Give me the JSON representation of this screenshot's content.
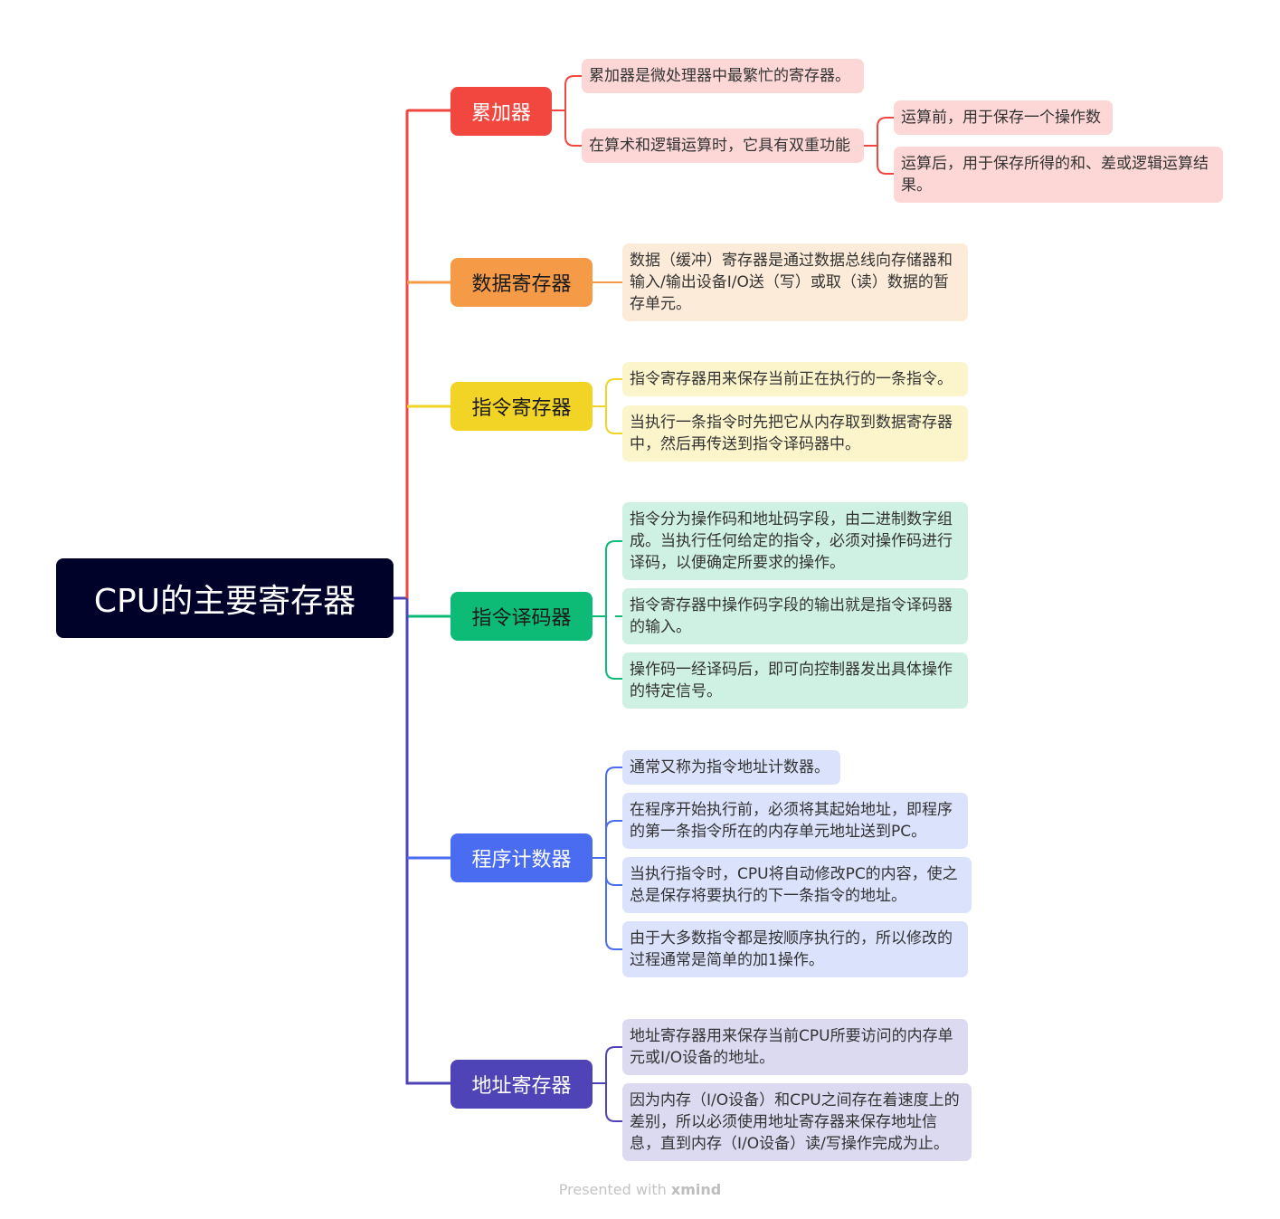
{
  "root": "CPU的主要寄存器",
  "colors": {
    "root": "#000229",
    "accumulator": "#f2473f",
    "data_register": "#f59a47",
    "instruction_register": "#f2d426",
    "instruction_decoder": "#0ebb76",
    "program_counter": "#4a6cf0",
    "address_register": "#4e44b7"
  },
  "branches": {
    "accumulator": {
      "label": "累加器",
      "note_1": "累加器是微处理器中最繁忙的寄存器。",
      "note_2": "在算术和逻辑运算时，它具有双重功能",
      "sub_1": "运算前，用于保存一个操作数",
      "sub_2": "运算后，用于保存所得的和、差或逻辑运算结果。"
    },
    "data_register": {
      "label": "数据寄存器",
      "note_1": "数据（缓冲）寄存器是通过数据总线向存储器和输入/输出设备I/O送（写）或取（读）数据的暂存单元。"
    },
    "instruction_register": {
      "label": "指令寄存器",
      "note_1": "指令寄存器用来保存当前正在执行的一条指令。",
      "note_2": "当执行一条指令时先把它从内存取到数据寄存器中，然后再传送到指令译码器中。"
    },
    "instruction_decoder": {
      "label": "指令译码器",
      "note_1": "指令分为操作码和地址码字段，由二进制数字组成。当执行任何给定的指令，必须对操作码进行译码，以便确定所要求的操作。",
      "note_2": "指令寄存器中操作码字段的输出就是指令译码器的输入。",
      "note_3": "操作码一经译码后，即可向控制器发出具体操作的特定信号。"
    },
    "program_counter": {
      "label": "程序计数器",
      "note_1": "通常又称为指令地址计数器。",
      "note_2": "在程序开始执行前，必须将其起始地址，即程序的第一条指令所在的内存单元地址送到PC。",
      "note_3": "当执行指令时，CPU将自动修改PC的内容，使之总是保存将要执行的下一条指令的地址。",
      "note_4": "由于大多数指令都是按顺序执行的，所以修改的过程通常是简单的加1操作。"
    },
    "address_register": {
      "label": "地址寄存器",
      "note_1": "地址寄存器用来保存当前CPU所要访问的内存单元或I/O设备的地址。",
      "note_2": "因为内存（I/O设备）和CPU之间存在着速度上的差别，所以必须使用地址寄存器来保存地址信息，直到内存（I/O设备）读/写操作完成为止。"
    }
  },
  "footer": {
    "prefix": "Presented with",
    "brand": "xmind"
  }
}
